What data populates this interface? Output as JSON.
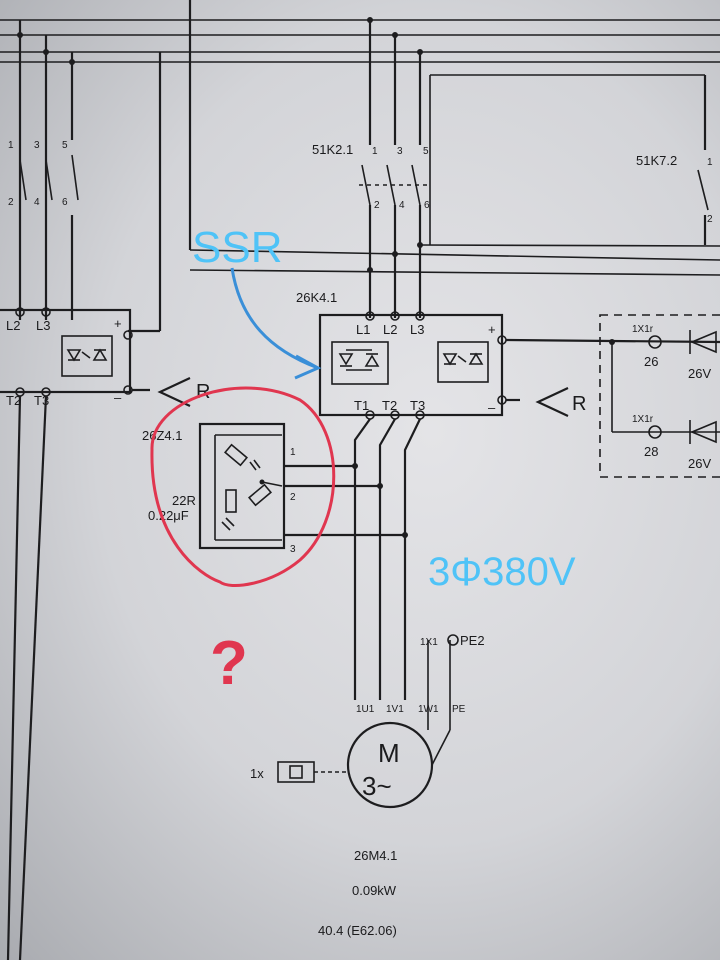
{
  "colors": {
    "annotation_blue": "#4fc3f7",
    "annotation_arrow": "#3a8fd8",
    "annotation_red": "#e0364f"
  },
  "annotations": {
    "ssr": "SSR",
    "voltage": "3Φ380V",
    "question": "?"
  },
  "contactors": {
    "left": {
      "pin1": "1",
      "pin2": "2",
      "pin3": "3",
      "pin4": "4",
      "pin5": "5",
      "pin6": "6"
    },
    "k51_2": {
      "tag": "51K2.1",
      "pin1": "1",
      "pin2": "2",
      "pin3": "3",
      "pin4": "4",
      "pin5": "5",
      "pin6": "6"
    },
    "k51_7": {
      "tag": "51K7.2",
      "pin1": "1",
      "pin2": "2"
    }
  },
  "relay_left": {
    "l2": "L2",
    "l3": "L3",
    "t2": "T2",
    "t3": "T3",
    "plus": "+",
    "minus": "–",
    "r": "R"
  },
  "relay_main": {
    "tag": "26K4.1",
    "l1": "L1",
    "l2": "L2",
    "l3": "L3",
    "t1": "T1",
    "t2": "T2",
    "t3": "T3",
    "plus": "+",
    "minus": "–",
    "r": "R"
  },
  "snubber": {
    "tag": "26Z4.1",
    "resistance": "22R",
    "capacitance": "0.22μF",
    "pin1": "1",
    "pin2": "2",
    "pin3": "3"
  },
  "right_box": {
    "term1": "1X1r",
    "term1_num": "26",
    "led1": "26V",
    "term2": "1X1r",
    "term2_num": "28",
    "led2": "26V"
  },
  "pe": {
    "terminal": "1X1",
    "label": "PE2"
  },
  "motor": {
    "symbol": "M",
    "phase": "3~",
    "u": "1U1",
    "v": "1V1",
    "w": "1W1",
    "pe": "PE",
    "brake": "1x",
    "tag": "26M4.1",
    "power": "0.09kW",
    "ref": "40.4 (E62.06)"
  }
}
